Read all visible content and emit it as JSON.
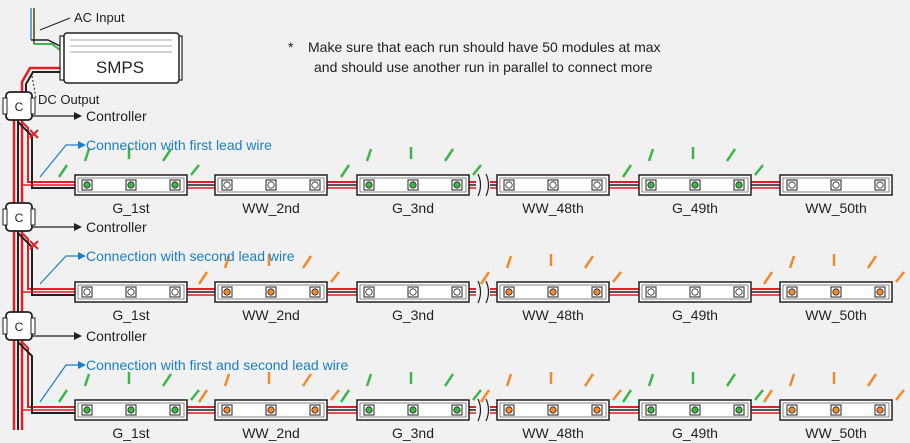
{
  "supply": {
    "ac_input": "AC Input",
    "smps": "SMPS",
    "dc_output": "DC Output",
    "note_star": "*",
    "note_line1": "Make sure that each run should have 50 modules at max",
    "note_line2": "and should use another run in parallel to connect more"
  },
  "controller_letter": "C",
  "rows": [
    {
      "controller_label": "Controller",
      "connection_label": "Connection with first lead wire",
      "cut_mark": true,
      "modules": [
        {
          "label": "G_1st",
          "lit": "green"
        },
        {
          "label": "WW_2nd",
          "lit": "none"
        },
        {
          "label": "G_3nd",
          "lit": "green"
        },
        {
          "label": "WW_48th",
          "lit": "none"
        },
        {
          "label": "G_49th",
          "lit": "green"
        },
        {
          "label": "WW_50th",
          "lit": "none"
        }
      ]
    },
    {
      "controller_label": "Controller",
      "connection_label": "Connection with second lead wire",
      "cut_mark": true,
      "modules": [
        {
          "label": "G_1st",
          "lit": "none"
        },
        {
          "label": "WW_2nd",
          "lit": "orange"
        },
        {
          "label": "G_3nd",
          "lit": "none"
        },
        {
          "label": "WW_48th",
          "lit": "orange"
        },
        {
          "label": "G_49th",
          "lit": "none"
        },
        {
          "label": "WW_50th",
          "lit": "orange"
        }
      ]
    },
    {
      "controller_label": "Controller",
      "connection_label": "Connection with first and second lead wire",
      "cut_mark": false,
      "modules": [
        {
          "label": "G_1st",
          "lit": "green"
        },
        {
          "label": "WW_2nd",
          "lit": "orange"
        },
        {
          "label": "G_3nd",
          "lit": "green"
        },
        {
          "label": "WW_48th",
          "lit": "orange"
        },
        {
          "label": "G_49th",
          "lit": "green"
        },
        {
          "label": "WW_50th",
          "lit": "orange"
        }
      ]
    }
  ],
  "colors": {
    "green": "#3cb54a",
    "orange": "#f08a2c",
    "wire_red": "#e31e24",
    "wire_black": "#231f20",
    "annotation_blue": "#1a7fc4",
    "module_fill": "#ffffff",
    "background": "#f1f1f1"
  }
}
